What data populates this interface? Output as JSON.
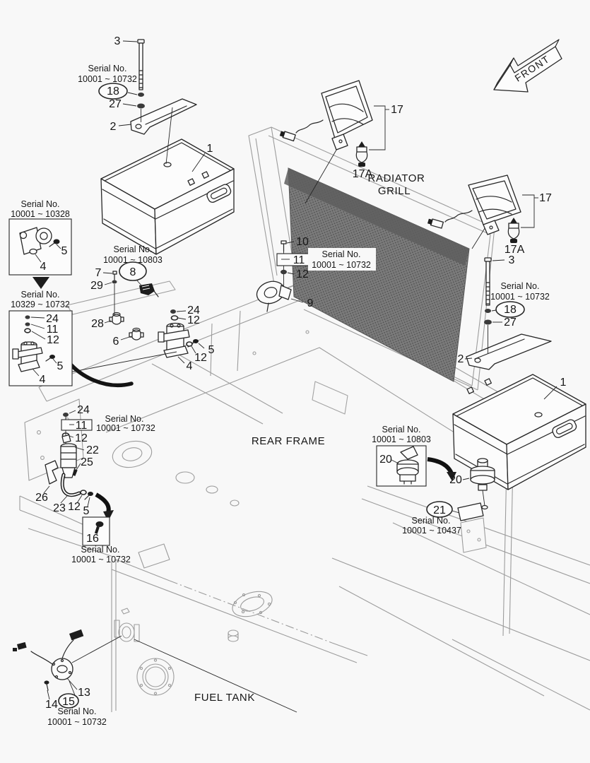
{
  "labels": {
    "front": "FRONT",
    "radiator_line1": "RADIATOR",
    "radiator_line2": "GRILL",
    "rear_frame": "REAR FRAME",
    "fuel_tank": "FUEL TANK"
  },
  "serials": [
    {
      "line1": "Serial No.",
      "line2": "10001 ~ 10732"
    },
    {
      "line1": "Serial No.",
      "line2": "10001 ~ 10328"
    },
    {
      "line1": "Serial No.",
      "line2": "10329 ~ 10732"
    },
    {
      "line1": "Serial No.",
      "line2": "10001 ~ 10803"
    },
    {
      "line1": "Serial No.",
      "line2": "10001 ~ 10732"
    },
    {
      "line1": "Serial No.",
      "line2": "10001 ~ 10732"
    },
    {
      "line1": "Serial No.",
      "line2": "10001 ~ 10732"
    },
    {
      "line1": "Serial No.",
      "line2": "10001 ~ 10732"
    },
    {
      "line1": "Serial No.",
      "line2": "10001 ~ 10803"
    },
    {
      "line1": "Serial No.",
      "line2": "10001 ~ 10437"
    },
    {
      "line1": "Serial No.",
      "line2": "10001 ~ 10732"
    }
  ],
  "callouts": [
    {
      "id": "3-left",
      "text": "3"
    },
    {
      "id": "18-left",
      "text": "18"
    },
    {
      "id": "27-left",
      "text": "27"
    },
    {
      "id": "2-left",
      "text": "2"
    },
    {
      "id": "1-left",
      "text": "1"
    },
    {
      "id": "17-left",
      "text": "17"
    },
    {
      "id": "17a-left",
      "text": "17A"
    },
    {
      "id": "17-right",
      "text": "17"
    },
    {
      "id": "17a-right",
      "text": "17A"
    },
    {
      "id": "3-right",
      "text": "3"
    },
    {
      "id": "18-right",
      "text": "18"
    },
    {
      "id": "27-right",
      "text": "27"
    },
    {
      "id": "2-right",
      "text": "2"
    },
    {
      "id": "1-right",
      "text": "1"
    },
    {
      "id": "10",
      "text": "10"
    },
    {
      "id": "11-mid",
      "text": "11"
    },
    {
      "id": "12-mid",
      "text": "12"
    },
    {
      "id": "9",
      "text": "9"
    },
    {
      "id": "7",
      "text": "7"
    },
    {
      "id": "29",
      "text": "29"
    },
    {
      "id": "8",
      "text": "8"
    },
    {
      "id": "28",
      "text": "28"
    },
    {
      "id": "6",
      "text": "6"
    },
    {
      "id": "24-mid",
      "text": "24"
    },
    {
      "id": "12-mid2",
      "text": "12"
    },
    {
      "id": "5-mid",
      "text": "5"
    },
    {
      "id": "12-mid3",
      "text": "12"
    },
    {
      "id": "4-mid",
      "text": "4"
    },
    {
      "id": "5-box1",
      "text": "5"
    },
    {
      "id": "4-box1",
      "text": "4"
    },
    {
      "id": "24-box2",
      "text": "24"
    },
    {
      "id": "11-box2",
      "text": "11"
    },
    {
      "id": "12-box2",
      "text": "12"
    },
    {
      "id": "5-box2",
      "text": "5"
    },
    {
      "id": "4-box2",
      "text": "4"
    },
    {
      "id": "24-ll",
      "text": "24"
    },
    {
      "id": "11-ll",
      "text": "11"
    },
    {
      "id": "12-ll",
      "text": "12"
    },
    {
      "id": "22",
      "text": "22"
    },
    {
      "id": "25",
      "text": "25"
    },
    {
      "id": "26",
      "text": "26"
    },
    {
      "id": "23",
      "text": "23"
    },
    {
      "id": "12-ll2",
      "text": "12"
    },
    {
      "id": "5-ll",
      "text": "5"
    },
    {
      "id": "16",
      "text": "16"
    },
    {
      "id": "20-box",
      "text": "20"
    },
    {
      "id": "20",
      "text": "20"
    },
    {
      "id": "21",
      "text": "21"
    },
    {
      "id": "13",
      "text": "13"
    },
    {
      "id": "14",
      "text": "14"
    },
    {
      "id": "15",
      "text": "15"
    }
  ]
}
